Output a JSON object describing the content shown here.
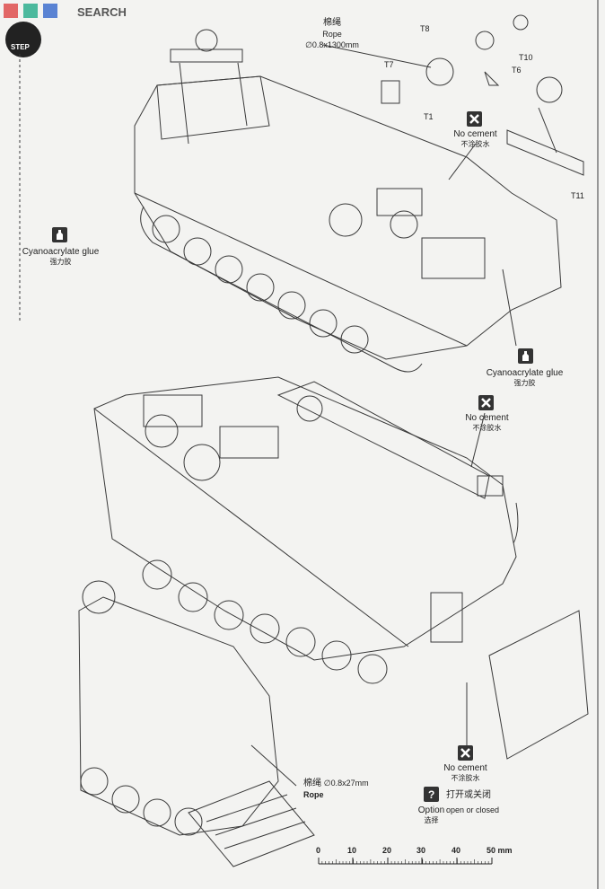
{
  "header": {
    "watermark_logo_text": "SEARCH",
    "step_label": "STEP"
  },
  "rope_top": {
    "cn": "棉绳",
    "en": "Rope",
    "spec": "∅0.8x1300mm"
  },
  "parts": {
    "t8": "T8",
    "t7": "T7",
    "t10": "T10",
    "t6": "T6",
    "t1": "T1",
    "t11": "T11"
  },
  "glue_left": {
    "en": "Cyanoacrylate glue",
    "cn": "强力胶"
  },
  "glue_right": {
    "en": "Cyanoacrylate glue",
    "cn": "强力胶"
  },
  "nocement_1": {
    "en": "No cement",
    "cn": "不涂胶水"
  },
  "nocement_2": {
    "en": "No cement",
    "cn": "不涂胶水"
  },
  "nocement_3": {
    "en": "No cement",
    "cn": "不涂胶水"
  },
  "rope_bottom": {
    "cn": "棉绳",
    "spec": "∅0.8x27mm",
    "en": "Rope"
  },
  "option": {
    "en": "Option",
    "cn": "选择",
    "text_cn": "打开或关闭",
    "text_en": "open or closed"
  },
  "scale": {
    "ticks": [
      "0",
      "10",
      "20",
      "30",
      "40",
      "50 mm"
    ]
  },
  "icons": {
    "glue": "glue-bottle-icon",
    "nocement": "cross-box-icon",
    "option": "question-box-icon"
  }
}
